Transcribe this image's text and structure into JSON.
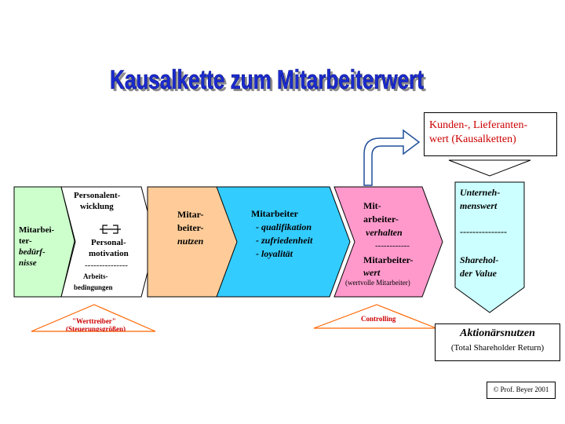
{
  "title": "Kausalkette zum Mitarbeiterwert",
  "colors": {
    "title_fill": "#1a2bd0",
    "title_shadow": "#8d8d8d",
    "box1": "#ccffcc",
    "box3": "#ffcc99",
    "box4": "#33ccff",
    "box5": "#ff99cc",
    "box6": "#ccffff",
    "red_text": "#cc0000",
    "orange_triangle": "#ff6600"
  },
  "blocks": {
    "bedurfnisse": {
      "line1": "Mitarbei-",
      "line2": "ter-",
      "line3": "bedürf-",
      "line4": "nisse"
    },
    "personal": {
      "line1": "Personalent-",
      "line2": "wicklung",
      "motivation1": "Personal-",
      "motivation2": "motivation",
      "divider": "---------------",
      "arbeit1": "Arbeits-",
      "arbeit2": "bedingungen"
    },
    "nutzen": {
      "line1": "Mitar-",
      "line2": "beiter-",
      "line3": "nutzen"
    },
    "mitarbeiter": {
      "head": "Mitarbeiter",
      "item1": "-  qualifikation",
      "item2": "-  zufriedenheit",
      "item3": "- loyalität"
    },
    "verhalten": {
      "line1": "Mit-",
      "line2": "arbeiter-",
      "line3": "verhalten",
      "divider": "------------",
      "wert1": "Mitarbeiter-",
      "wert2": "wert",
      "note": "(wertvolle Mitarbeiter)"
    },
    "unternehmenswert": {
      "line1": "Unterneh-",
      "line2": "menswert",
      "divider": "---------------",
      "share1": "Sharehol-",
      "share2": "der Value"
    }
  },
  "kunden": {
    "line1": "Kunden-, Lieferanten-",
    "line2": "wert (Kausalketten)"
  },
  "werttreiber": {
    "line1": "\"Werttreiber\"",
    "line2": "(Steuerungsgrößen)"
  },
  "controlling": "Controlling",
  "aktionaer": {
    "line1": "Aktionärsnutzen",
    "line2": "(Total Shareholder Return)"
  },
  "copyright": "© Prof. Beyer 2001"
}
